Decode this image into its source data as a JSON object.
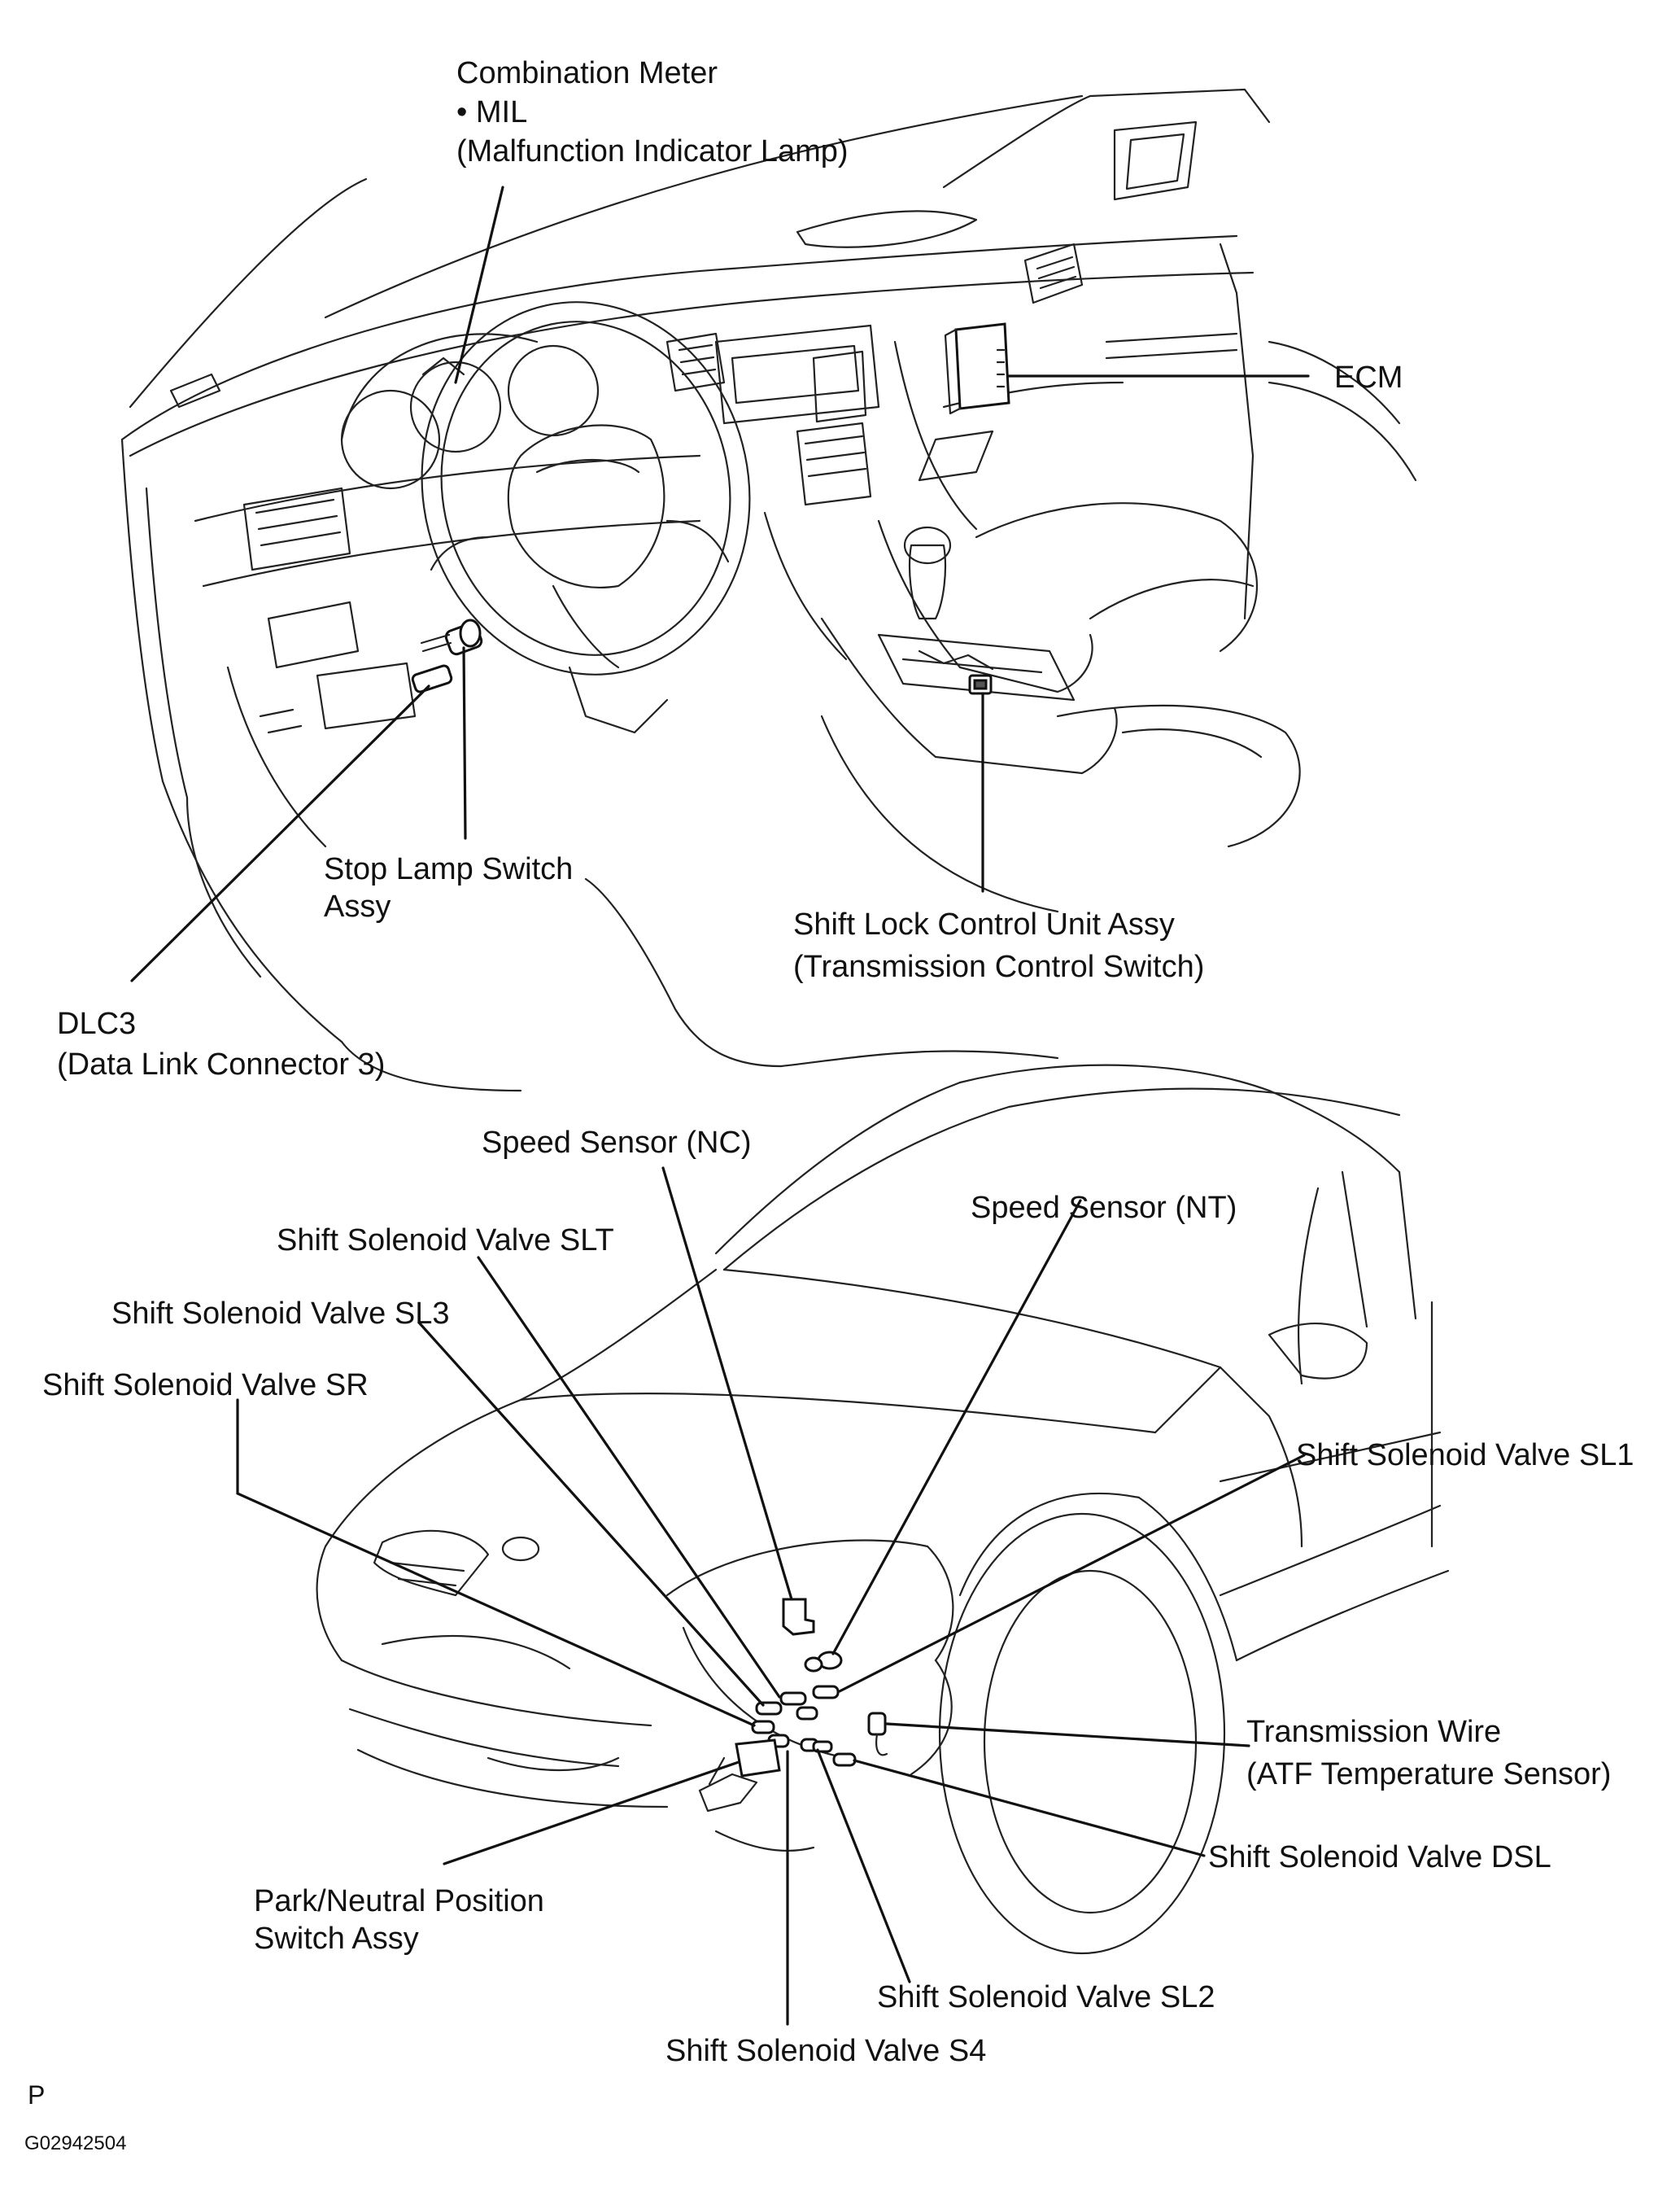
{
  "labels": {
    "combination_meter": "Combination Meter",
    "mil": "• MIL",
    "mil_full": "(Malfunction Indicator Lamp)",
    "ecm": "ECM",
    "stop_lamp_switch_1": "Stop Lamp Switch",
    "stop_lamp_switch_2": "Assy",
    "shift_lock_1": "Shift Lock Control Unit Assy",
    "shift_lock_2": "(Transmission Control Switch)",
    "dlc3_1": "DLC3",
    "dlc3_2": "(Data Link Connector 3)",
    "speed_sensor_nc": "Speed Sensor (NC)",
    "speed_sensor_nt": "Speed Sensor (NT)",
    "valve_slt": "Shift Solenoid Valve SLT",
    "valve_sl3": "Shift Solenoid Valve SL3",
    "valve_sr": "Shift Solenoid Valve SR",
    "valve_sl1": "Shift Solenoid Valve SL1",
    "trans_wire_1": "Transmission Wire",
    "trans_wire_2": "(ATF Temperature Sensor)",
    "valve_dsl": "Shift Solenoid Valve DSL",
    "park_neutral_1": "Park/Neutral Position",
    "park_neutral_2": "Switch Assy",
    "valve_sl2": "Shift Solenoid Valve SL2",
    "valve_s4": "Shift Solenoid Valve S4"
  },
  "footer": {
    "letter": "P",
    "code": "G02942504"
  }
}
